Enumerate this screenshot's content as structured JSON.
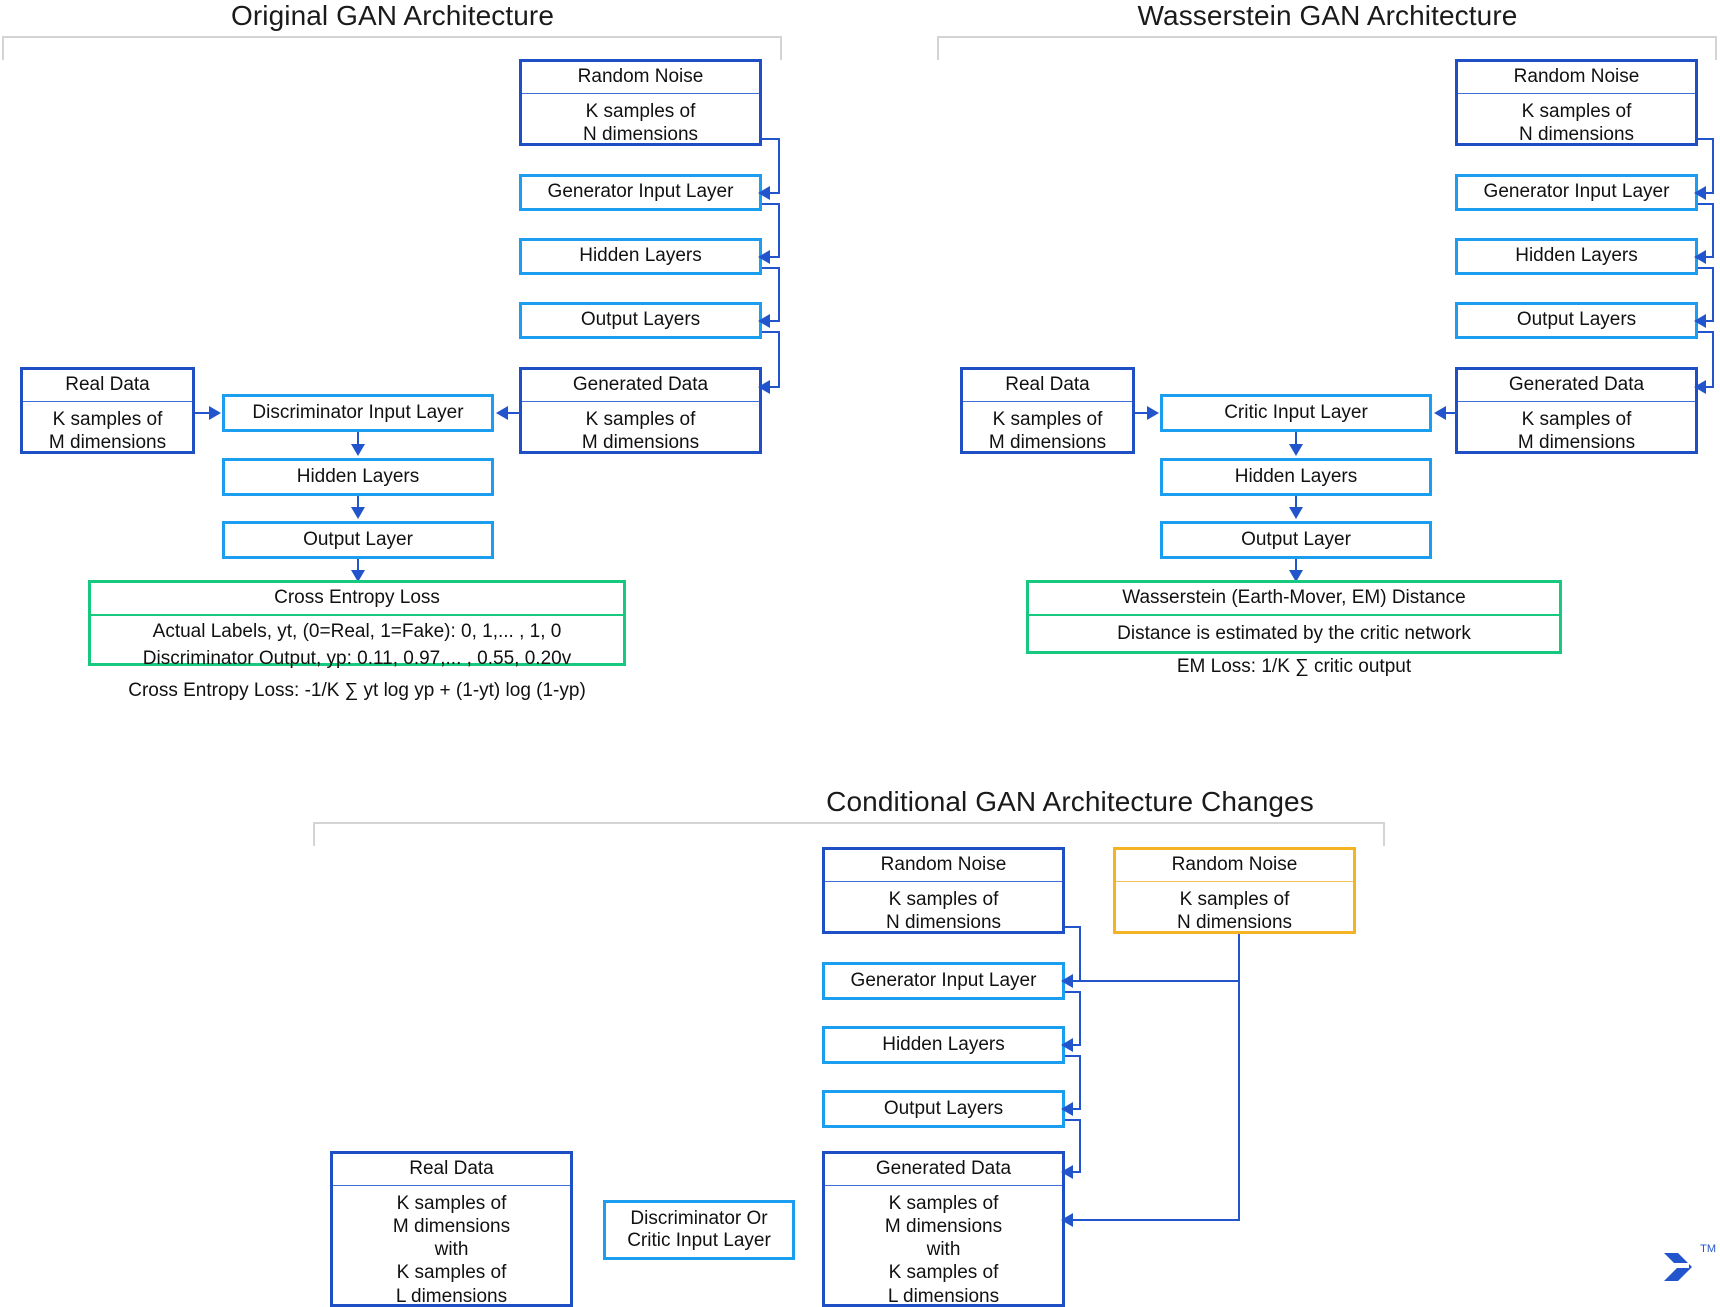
{
  "panels": {
    "original": {
      "title": "Original GAN Architecture",
      "noise": {
        "header": "Random Noise",
        "body": "K samples of\nN dimensions"
      },
      "gen_input": "Generator Input Layer",
      "gen_hidden": "Hidden Layers",
      "gen_output": "Output Layers",
      "generated": {
        "header": "Generated Data",
        "body": "K samples of\nM dimensions"
      },
      "real": {
        "header": "Real Data",
        "body": "K samples of\nM dimensions"
      },
      "disc_input": "Discriminator Input Layer",
      "disc_hidden": "Hidden Layers",
      "disc_output": "Output Layer",
      "loss": {
        "header": "Cross Entropy Loss",
        "line1": "Actual Labels, yt, (0=Real, 1=Fake): 0, 1,... , 1, 0",
        "line2": "Discriminator Output, yp: 0.11, 0.97,... , 0.55, 0.20v",
        "line3": "Cross Entropy Loss: -1/K ∑ yt log yp + (1-yt) log (1-yp)"
      }
    },
    "wasserstein": {
      "title": "Wasserstein GAN Architecture",
      "noise": {
        "header": "Random Noise",
        "body": "K samples of\nN dimensions"
      },
      "gen_input": "Generator Input Layer",
      "gen_hidden": "Hidden Layers",
      "gen_output": "Output Layers",
      "generated": {
        "header": "Generated Data",
        "body": "K samples of\nM dimensions"
      },
      "real": {
        "header": "Real Data",
        "body": "K samples of\nM dimensions"
      },
      "critic_input": "Critic Input Layer",
      "critic_hidden": "Hidden Layers",
      "critic_output": "Output Layer",
      "loss": {
        "header": "Wasserstein (Earth-Mover, EM) Distance",
        "line1": "Distance is estimated by the critic network",
        "line2": "EM Loss: 1/K ∑ critic output"
      }
    },
    "conditional": {
      "title": "Conditional GAN Architecture Changes",
      "noise": {
        "header": "Random Noise",
        "body": "K samples of\nN dimensions"
      },
      "noise_cond": {
        "header": "Random Noise",
        "body": "K samples of\nN dimensions"
      },
      "gen_input": "Generator Input Layer",
      "gen_hidden": "Hidden Layers",
      "gen_output": "Output Layers",
      "generated": {
        "header": "Generated Data",
        "body": "K samples of\nM dimensions\nwith\nK samples of\nL dimensions"
      },
      "real": {
        "header": "Real Data",
        "body": "K samples of\nM dimensions\nwith\nK samples of\nL dimensions"
      },
      "disc_or_critic": "Discriminator Or\nCritic Input Layer"
    }
  },
  "branding": {
    "mark": "toptal-logo-icon",
    "trademark": "TM"
  },
  "colors": {
    "navy": "#1f4fc4",
    "cyan": "#1b9ef0",
    "green": "#16c97e",
    "amber": "#f5b324",
    "connector": "#2255cc",
    "frame": "#d4d4d4",
    "text": "#111111"
  }
}
